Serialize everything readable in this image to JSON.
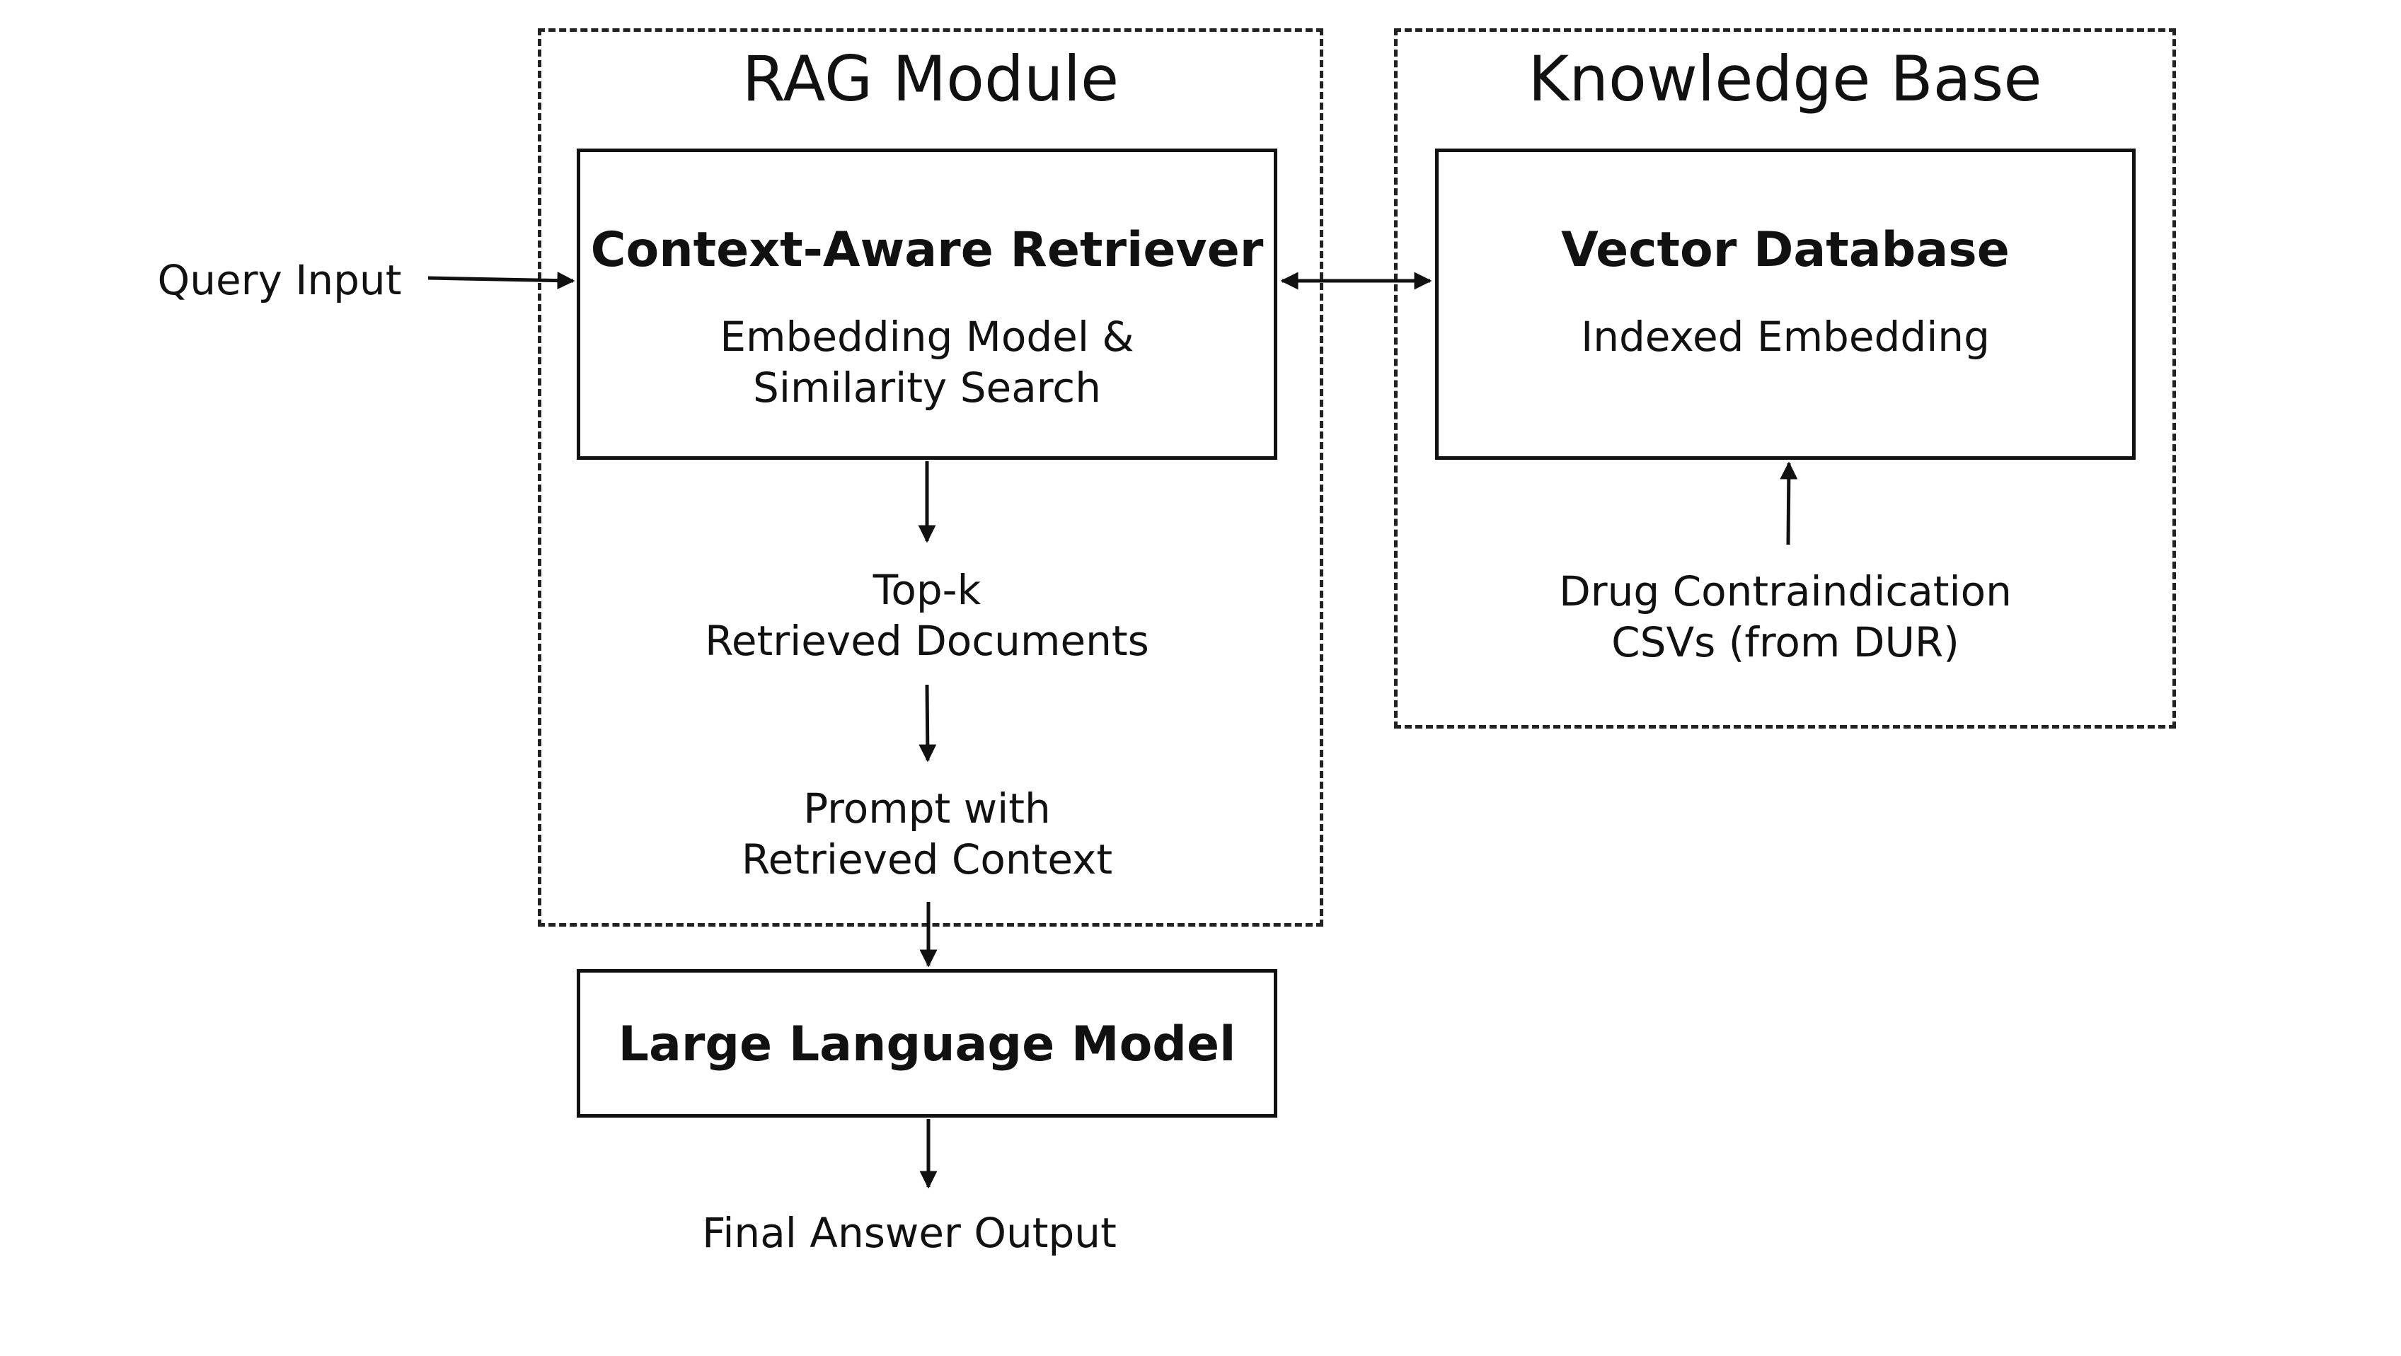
{
  "rag_module": {
    "title": "RAG Module",
    "retriever": {
      "title": "Context-Aware Retriever",
      "subtitle_line1": "Embedding Model &",
      "subtitle_line2": "Similarity Search"
    },
    "top_k": {
      "line1": "Top-k",
      "line2": "Retrieved Documents"
    },
    "prompt": {
      "line1": "Prompt with",
      "line2": "Retrieved Context"
    }
  },
  "knowledge_base": {
    "title": "Knowledge Base",
    "vector_db": {
      "title": "Vector Database",
      "subtitle": "Indexed Embedding"
    },
    "source": {
      "line1": "Drug Contraindication",
      "line2": "CSVs (from DUR)"
    }
  },
  "query_input": "Query Input",
  "llm": {
    "title": "Large Language Model"
  },
  "final_output": "Final Answer Output",
  "colors": {
    "line": "#111111",
    "background": "#ffffff"
  }
}
